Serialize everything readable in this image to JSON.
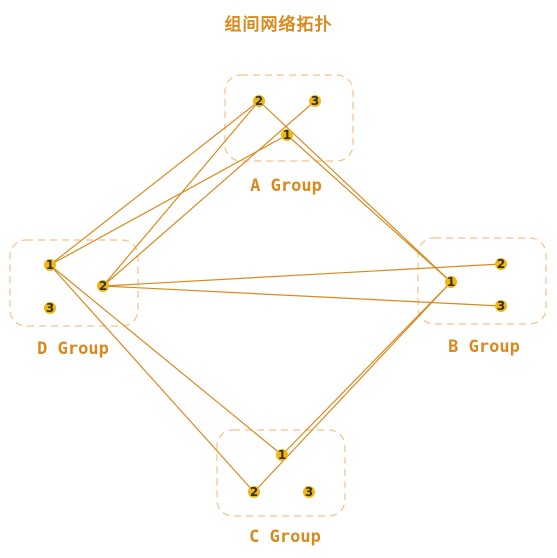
{
  "title": "组间网络拓扑",
  "groups": [
    {
      "id": "A",
      "label": "A Group"
    },
    {
      "id": "B",
      "label": "B Group"
    },
    {
      "id": "C",
      "label": "C Group"
    },
    {
      "id": "D",
      "label": "D Group"
    }
  ],
  "nodes": [
    {
      "id": "A1",
      "label": "1",
      "group": "A"
    },
    {
      "id": "A2",
      "label": "2",
      "group": "A"
    },
    {
      "id": "A3",
      "label": "3",
      "group": "A"
    },
    {
      "id": "B1",
      "label": "1",
      "group": "B"
    },
    {
      "id": "B2",
      "label": "2",
      "group": "B"
    },
    {
      "id": "B3",
      "label": "3",
      "group": "B"
    },
    {
      "id": "C1",
      "label": "1",
      "group": "C"
    },
    {
      "id": "C2",
      "label": "2",
      "group": "C"
    },
    {
      "id": "C3",
      "label": "3",
      "group": "C"
    },
    {
      "id": "D1",
      "label": "1",
      "group": "D"
    },
    {
      "id": "D2",
      "label": "2",
      "group": "D"
    },
    {
      "id": "D3",
      "label": "3",
      "group": "D"
    }
  ],
  "edges": [
    [
      "A2",
      "D1"
    ],
    [
      "A2",
      "D2"
    ],
    [
      "A2",
      "B1"
    ],
    [
      "A3",
      "D2"
    ],
    [
      "A1",
      "D1"
    ],
    [
      "A1",
      "B1"
    ],
    [
      "D1",
      "C1"
    ],
    [
      "D1",
      "C2"
    ],
    [
      "D2",
      "B2"
    ],
    [
      "D2",
      "B3"
    ],
    [
      "B1",
      "C1"
    ],
    [
      "B1",
      "C2"
    ]
  ],
  "colors": {
    "accent": "#d98a1f",
    "node": "#f2b60f",
    "group_border": "#f5c08a"
  }
}
